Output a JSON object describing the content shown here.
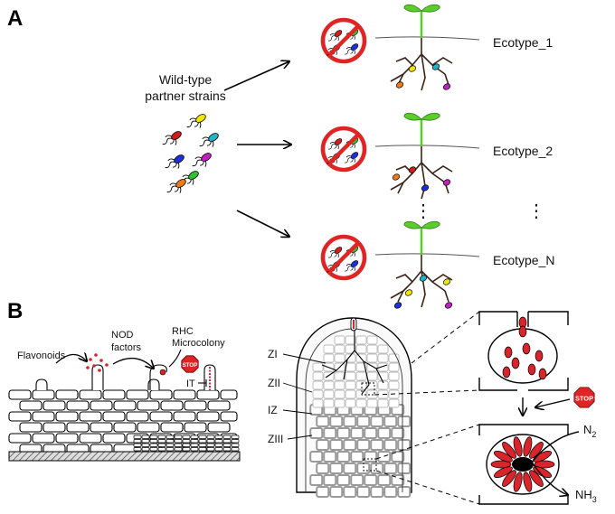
{
  "panels": {
    "a": "A",
    "b": "B"
  },
  "panel_a": {
    "source_label_line1": "Wild-type",
    "source_label_line2": "partner strains",
    "ecotypes": [
      "Ecotype_1",
      "Ecotype_2",
      "Ecotype_N"
    ],
    "ellipsis": "⋮"
  },
  "panel_b": {
    "labels": {
      "flavonoids": "Flavonoids",
      "nod_line1": "NOD",
      "nod_line2": "factors",
      "rhc": "RHC",
      "microcolony": "Microcolony",
      "it": "IT",
      "stop": "STOP"
    },
    "zones": [
      "ZI",
      "ZII",
      "IZ",
      "ZIII"
    ],
    "n2": "N",
    "n2_sub": "2",
    "nh3": "NH",
    "nh3_sub": "3"
  },
  "colors": {
    "bacteria": [
      "#d01c1c",
      "#f2e600",
      "#22b3c6",
      "#1f2fd6",
      "#c21fc2",
      "#30c030",
      "#f07a16"
    ],
    "stop_red": "#e02424",
    "sprout_green": "#5ccc2a",
    "nodule_red": "#d9242b"
  }
}
